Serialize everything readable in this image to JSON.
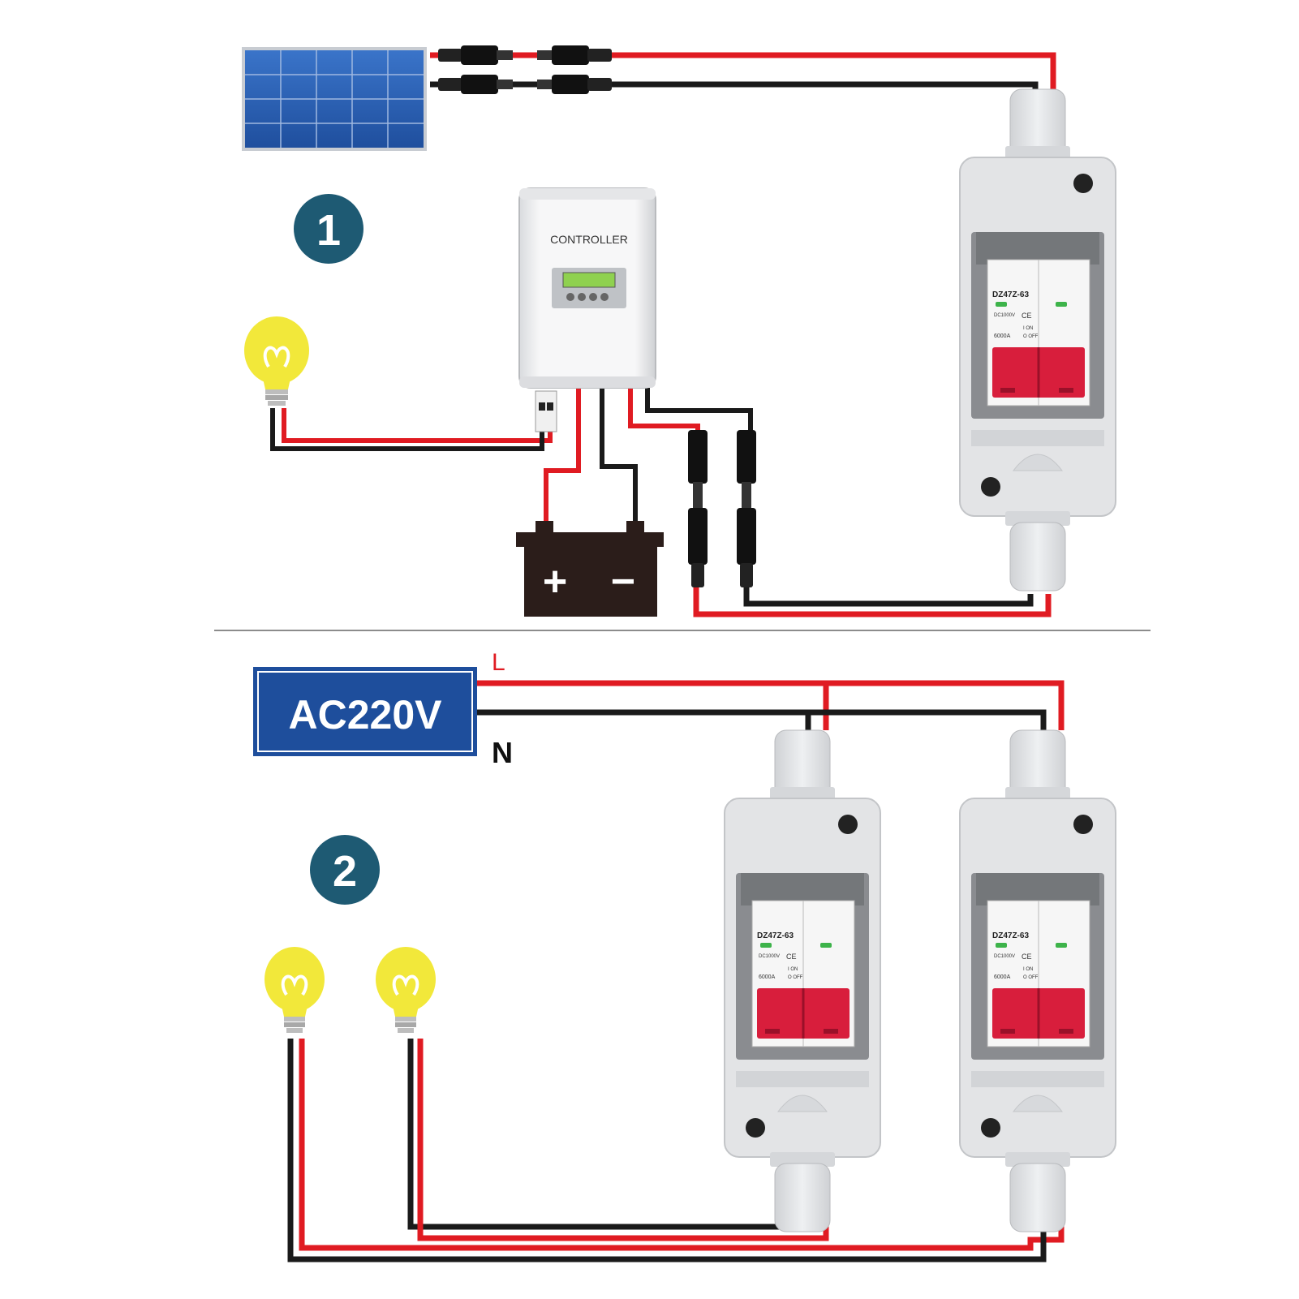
{
  "section1": {
    "step_number": "1",
    "controller_label": "CONTROLLER",
    "battery_plus": "+",
    "battery_minus": "−",
    "breaker_model": "DZ47Z-63",
    "breaker_rating": "6000A",
    "breaker_spec": "DC1000V",
    "breaker_on": "I ON",
    "breaker_off": "O OFF",
    "ce_mark": "CE"
  },
  "section2": {
    "step_number": "2",
    "ac_label": "AC220V",
    "line_label": "L",
    "neutral_label": "N",
    "breaker_model": "DZ47Z-63",
    "breaker_rating": "6000A",
    "breaker_spec": "DC1000V",
    "breaker_on": "I ON",
    "breaker_off": "O OFF",
    "ce_mark": "CE"
  },
  "colors": {
    "wire_red": "#e01b22",
    "wire_black": "#1a1a1a",
    "badge_blue": "#1e5a73",
    "breaker_red": "#d81e3c",
    "bulb_yellow": "#f2e83a",
    "ac_box_blue": "#1e4e9c",
    "enclosure_gray": "#e3e4e6",
    "solar_blue": "#2b5fb3"
  }
}
